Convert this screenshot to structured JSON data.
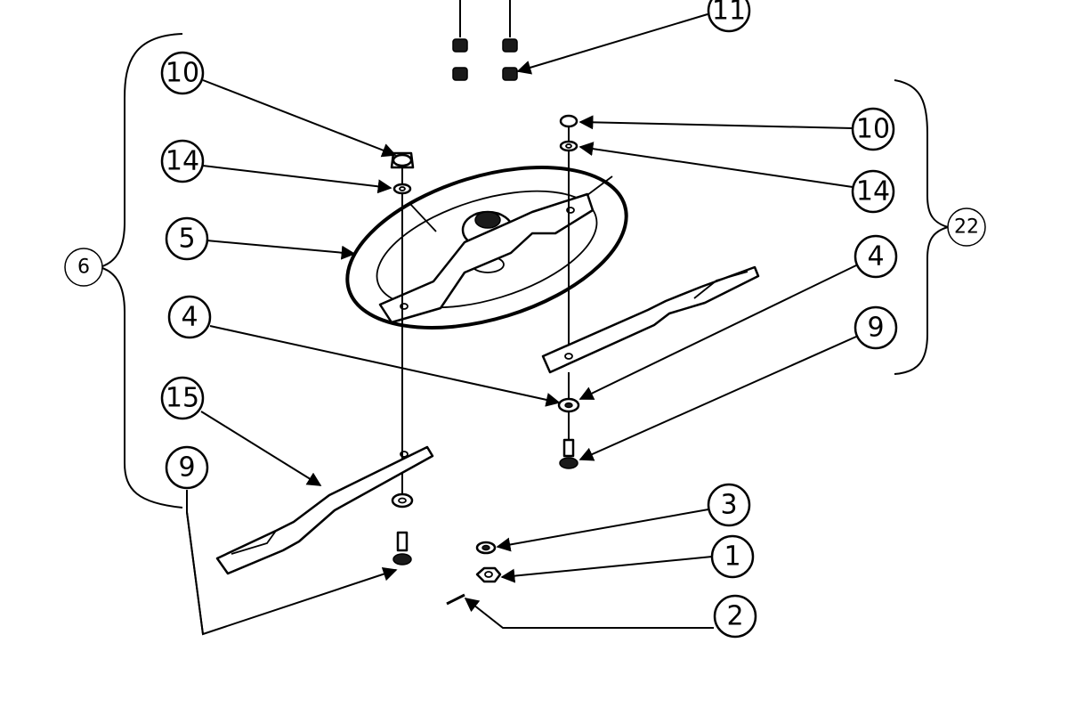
{
  "diagram": {
    "type": "exploded-parts-view",
    "callouts": [
      {
        "id": "c11",
        "label": "11"
      },
      {
        "id": "c10L",
        "label": "10"
      },
      {
        "id": "c14L",
        "label": "14"
      },
      {
        "id": "c5",
        "label": "5"
      },
      {
        "id": "c4L",
        "label": "4"
      },
      {
        "id": "c15",
        "label": "15"
      },
      {
        "id": "c9L",
        "label": "9"
      },
      {
        "id": "c10R",
        "label": "10"
      },
      {
        "id": "c14R",
        "label": "14"
      },
      {
        "id": "c4R",
        "label": "4"
      },
      {
        "id": "c9R",
        "label": "9"
      },
      {
        "id": "c22",
        "label": "22"
      },
      {
        "id": "c6",
        "label": "6"
      },
      {
        "id": "c3",
        "label": "3"
      },
      {
        "id": "c1",
        "label": "1"
      },
      {
        "id": "c2",
        "label": "2"
      }
    ]
  }
}
